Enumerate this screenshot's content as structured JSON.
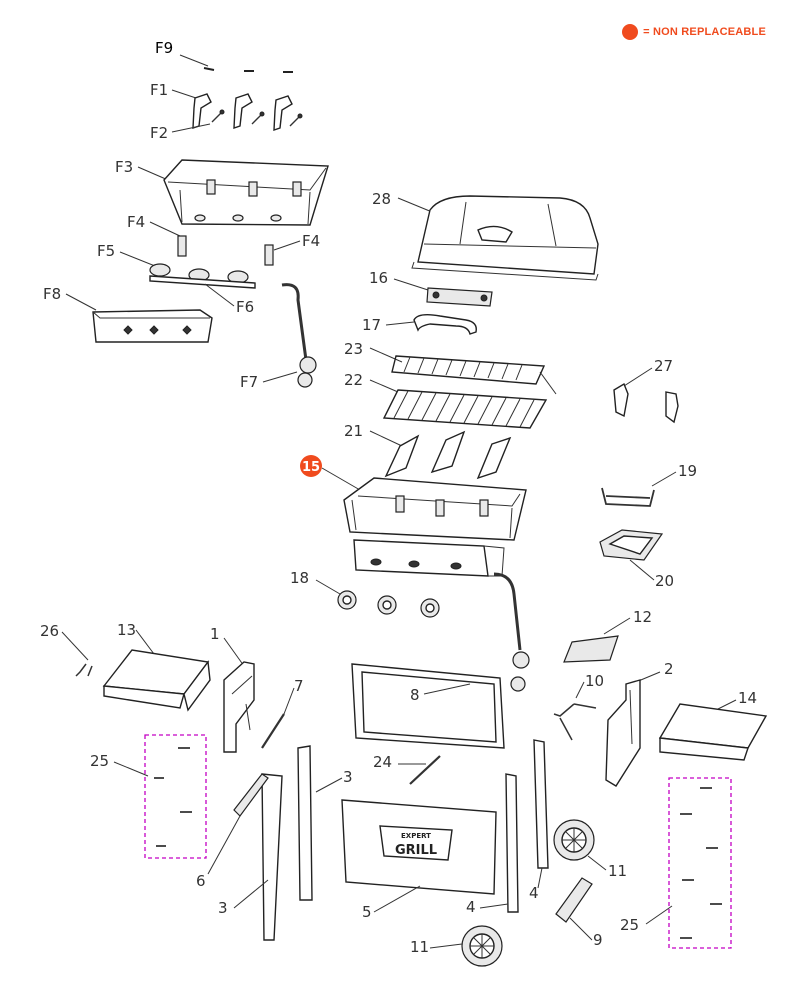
{
  "legend": {
    "marker_label": "= NON REPLACEABLE",
    "marker_color": "#f04b1e"
  },
  "callouts": {
    "F9": "F9",
    "F1": "F1",
    "F2": "F2",
    "F3": "F3",
    "F4a": "F4",
    "F4b": "F4",
    "F5": "F5",
    "F6": "F6",
    "F7": "F7",
    "F8": "F8",
    "p28": "28",
    "p16": "16",
    "p17": "17",
    "p23": "23",
    "p22": "22",
    "p21": "21",
    "p27": "27",
    "p19": "19",
    "p20": "20",
    "p15": "15",
    "p18": "18",
    "p12": "12",
    "p26": "26",
    "p13": "13",
    "p1": "1",
    "p7": "7",
    "p8": "8",
    "p2": "2",
    "p14": "14",
    "p10": "10",
    "p25a": "25",
    "p24": "24",
    "p3a": "3",
    "p6": "6",
    "p3b": "3",
    "p5": "5",
    "p4a": "4",
    "p4b": "4",
    "p11a": "11",
    "p11b": "11",
    "p9": "9",
    "p25b": "25"
  },
  "logo": {
    "top": "EXPERT",
    "main": "GRILL"
  }
}
